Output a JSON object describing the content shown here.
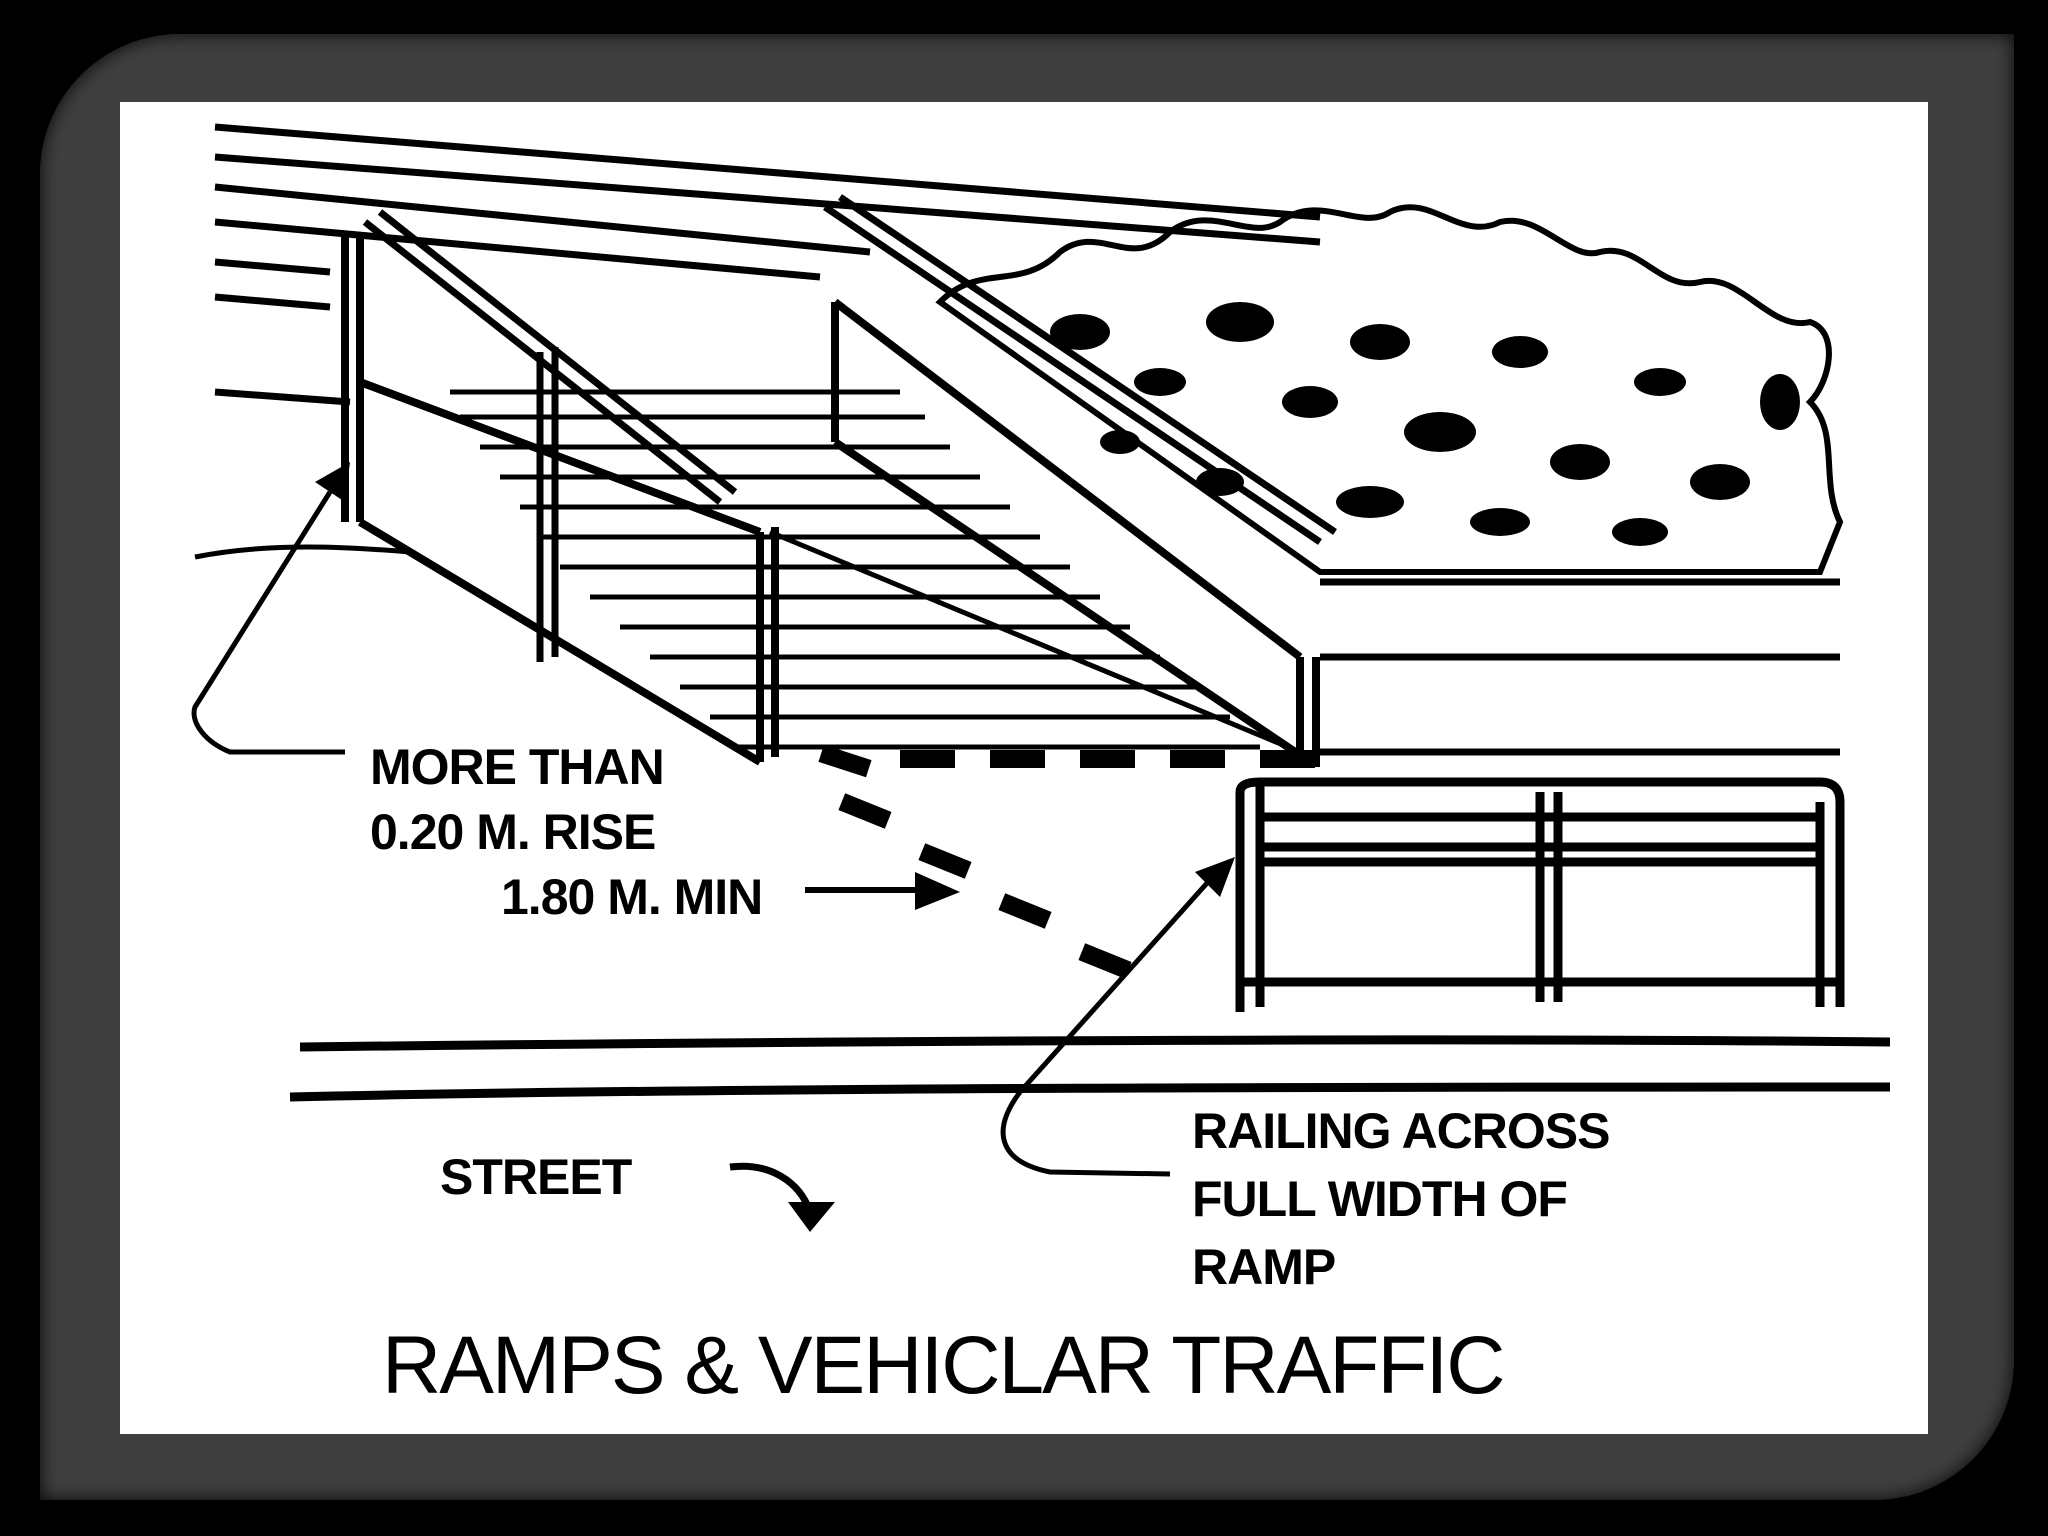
{
  "labels": {
    "rise_line1": "MORE THAN",
    "rise_line2": "0.20 M. RISE",
    "min_width": "1.80 M. MIN",
    "street": "STREET",
    "railing_line1": "RAILING ACROSS",
    "railing_line2": "FULL WIDTH OF",
    "railing_line3": "RAMP",
    "title": "RAMPS & VEHICLAR TRAFFIC"
  },
  "colors": {
    "background": "#000000",
    "frame": "#3f3f3f",
    "panel": "#ffffff",
    "ink": "#000000"
  }
}
